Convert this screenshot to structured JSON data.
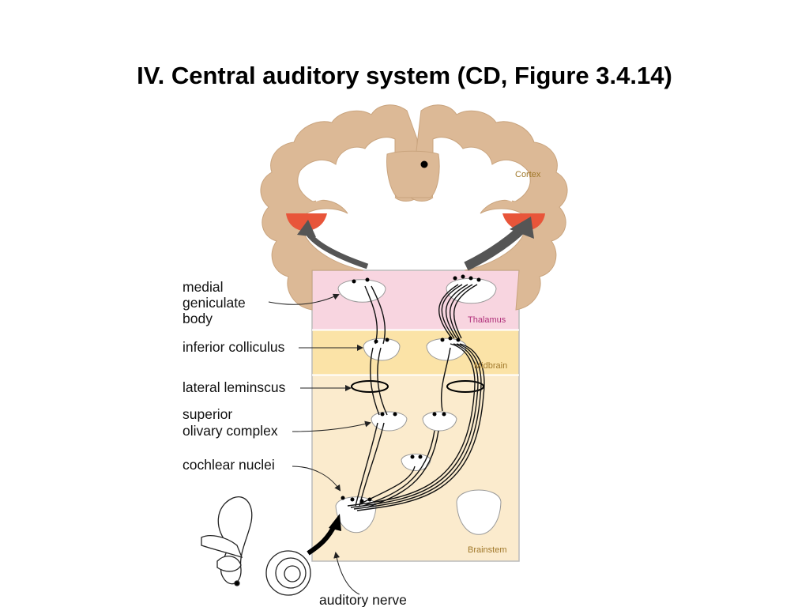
{
  "title": "IV. Central auditory system (CD, Figure 3.4.14)",
  "regions": {
    "cortex": "Cortex",
    "thalamus": "Thalamus",
    "midbrain": "Midbrain",
    "brainstem": "Brainstem"
  },
  "labels": {
    "mgb_line1": "medial",
    "mgb_line2": "geniculate",
    "mgb_line3": "body",
    "inferior_colliculus": "inferior colliculus",
    "lateral_lemniscus": "lateral leminscus",
    "soc_line1": "superior",
    "soc_line2": "olivary complex",
    "cochlear_nuclei": "cochlear nuclei",
    "auditory_nerve": "auditory nerve"
  },
  "colors": {
    "cortex_tissue": "#dcb996",
    "auditory_cortex": "#e8553a",
    "thalamus_band": "#f8d5e0",
    "midbrain_band": "#fbe3a7",
    "brainstem_band": "#fbebcd",
    "thalamus_text": "#b0307a",
    "region_text": "#a0782a"
  }
}
